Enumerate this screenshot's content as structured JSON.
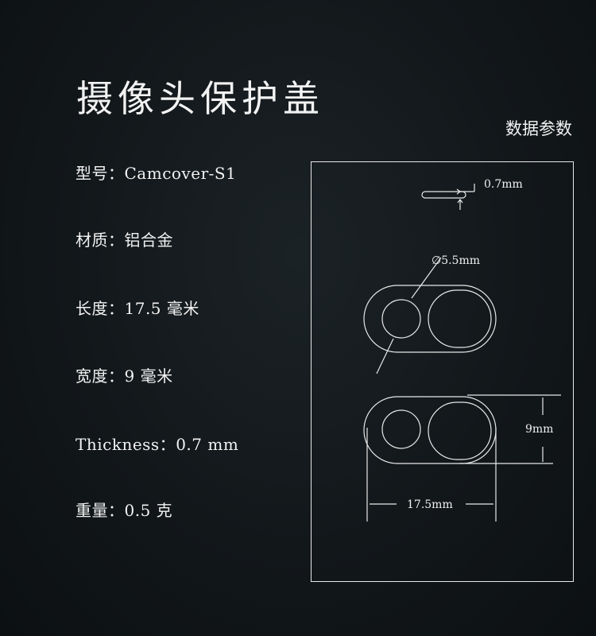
{
  "title": "摄像头保护盖",
  "params_label": "数据参数",
  "specs": [
    {
      "label": "型号：",
      "value": "Camcover-S1"
    },
    {
      "label": "材质：",
      "value": "铝合金"
    },
    {
      "label": "长度：",
      "value": "17.5 毫米"
    },
    {
      "label": "宽度：",
      "value": "9 毫米"
    },
    {
      "label": "Thickness：",
      "value": "0.7 mm"
    },
    {
      "label": "重量：",
      "value": "0.5 克"
    }
  ],
  "diagram": {
    "thickness_label": "0.7mm",
    "hole_diameter_label": "∅5.5mm",
    "width_label": "9mm",
    "length_label": "17.5mm"
  },
  "colors": {
    "background": "#12171a",
    "line": "#e8e8e8",
    "text": "#f2f2f2"
  }
}
